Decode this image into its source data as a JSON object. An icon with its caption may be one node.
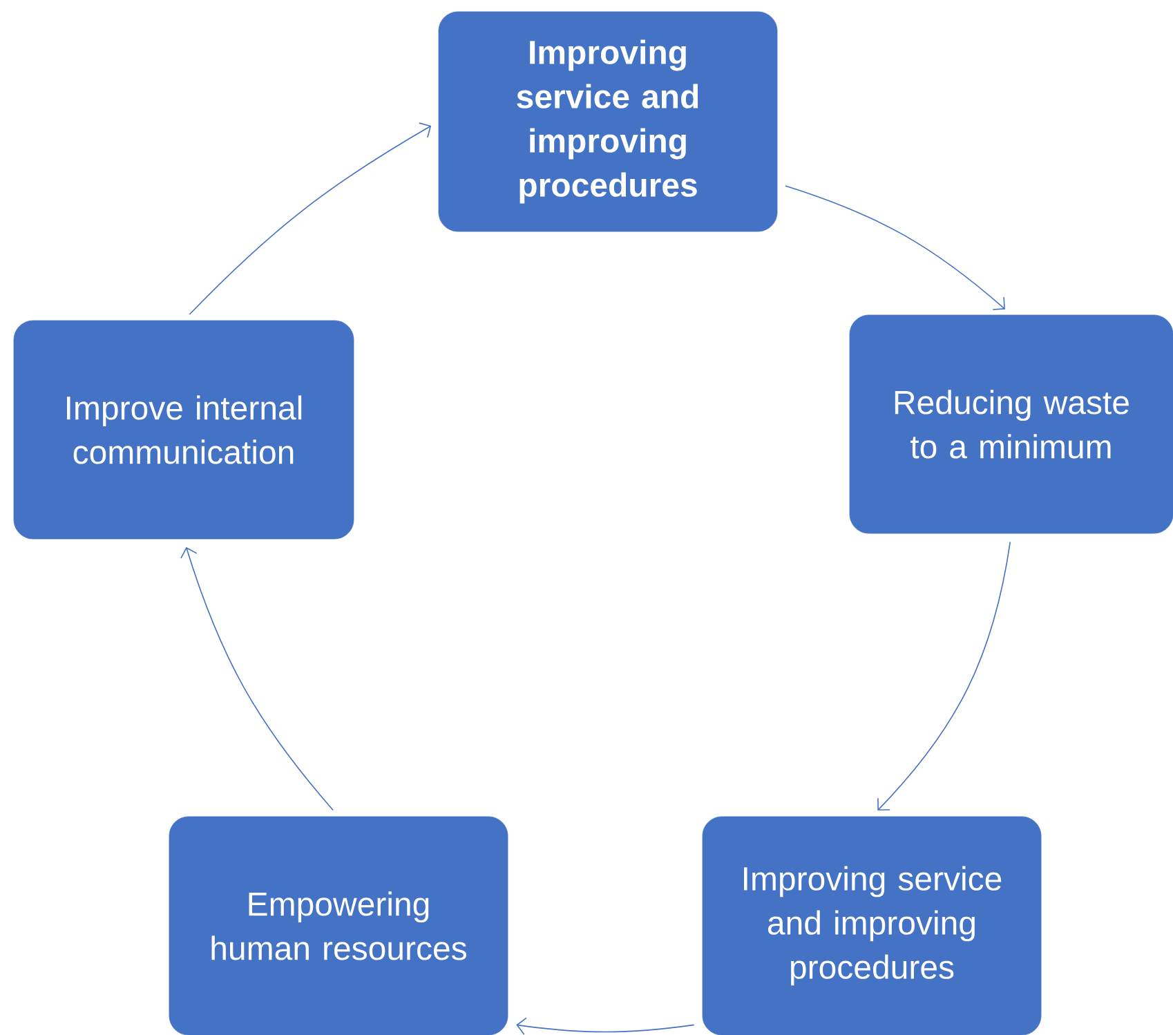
{
  "diagram": {
    "nodes": [
      {
        "text": [
          "**Improving service and improving procedures**"
        ]
      },
      {
        "text": [
          "Reducing waste to a minimum"
        ]
      },
      {
        "text": [
          "Improving service and improving procedures"
        ]
      },
      {
        "text": [
          "Empowering human resources"
        ]
      },
      {
        "text": [
          "Improve internal communication"
        ]
      }
    ],
    "edges": [
      {
        "from": 0,
        "to": 1,
        "arrow": "to"
      },
      {
        "from": 1,
        "to": 2,
        "arrow": "to"
      },
      {
        "from": 2,
        "to": 3,
        "arrow": "to"
      },
      {
        "from": 3,
        "to": 4,
        "arrow": "to"
      },
      {
        "from": 4,
        "to": 0,
        "arrow": "to"
      }
    ]
  }
}
